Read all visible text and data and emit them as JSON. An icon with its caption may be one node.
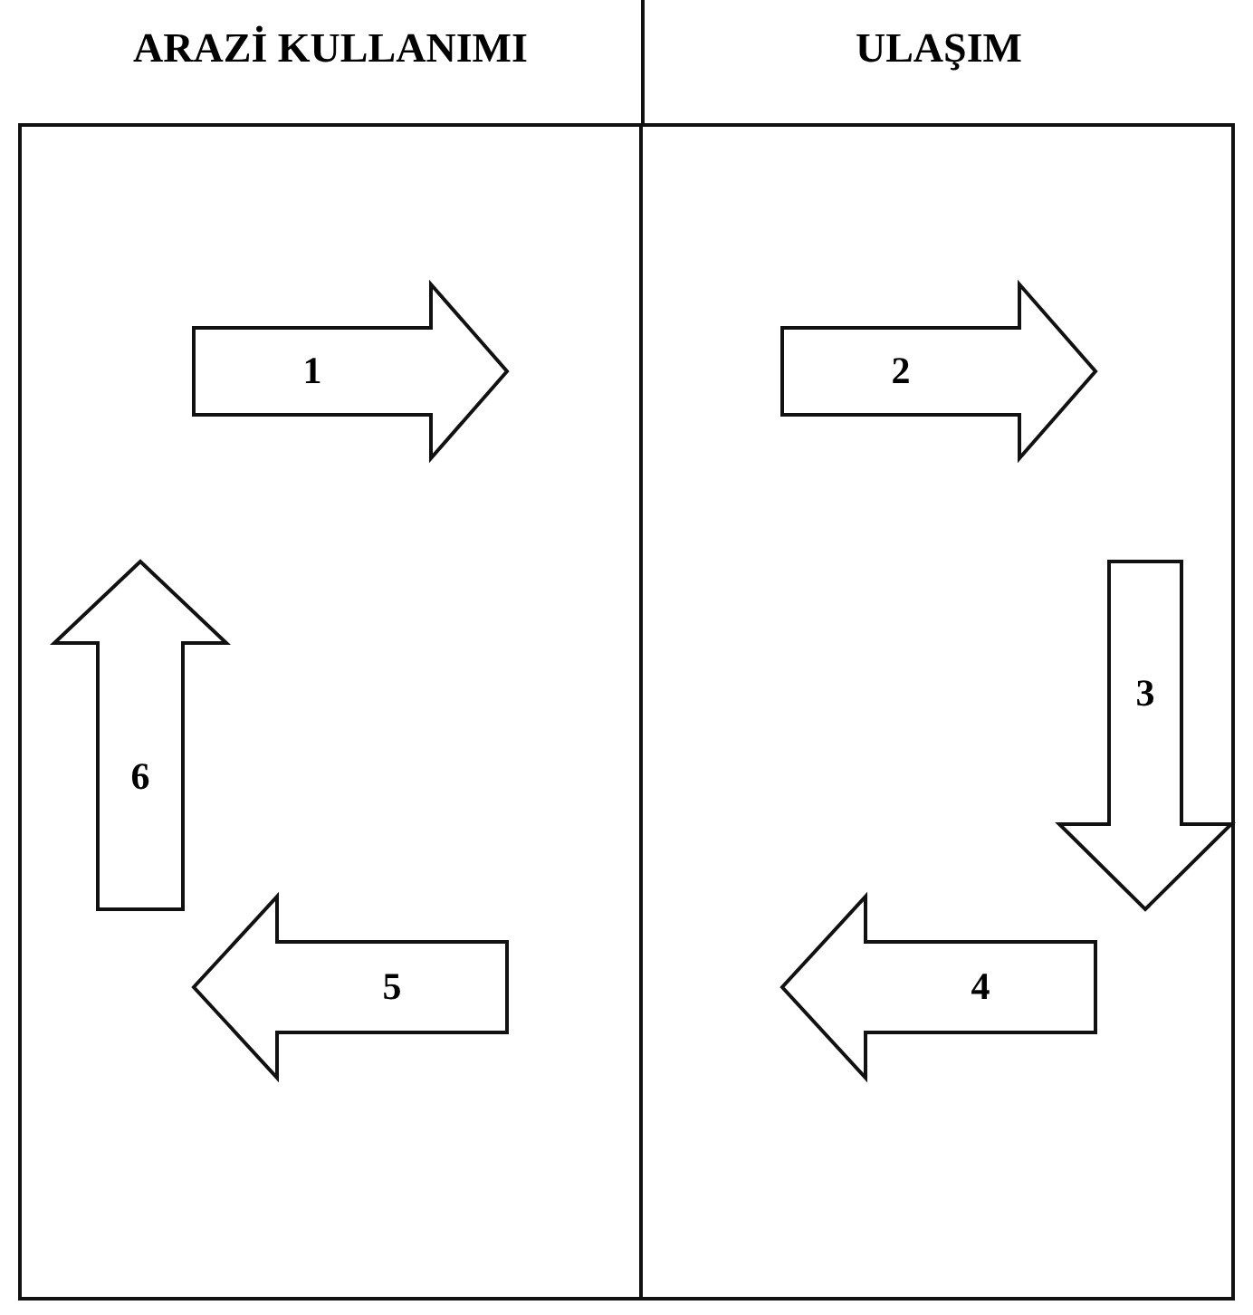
{
  "diagram": {
    "nodes": [
      {
        "text": [
          "ARAZİ KULLANIMI"
        ]
      },
      {
        "text": [
          "1"
        ],
        "in": 0
      },
      {
        "text": [
          "6"
        ],
        "in": 0
      },
      {
        "text": [
          "5"
        ],
        "in": 0
      },
      {
        "text": [
          "ULAŞIM"
        ]
      },
      {
        "text": [
          "2"
        ],
        "in": 4
      },
      {
        "text": [
          "3"
        ],
        "in": 4
      },
      {
        "text": [
          "4"
        ],
        "in": 4
      }
    ]
  }
}
